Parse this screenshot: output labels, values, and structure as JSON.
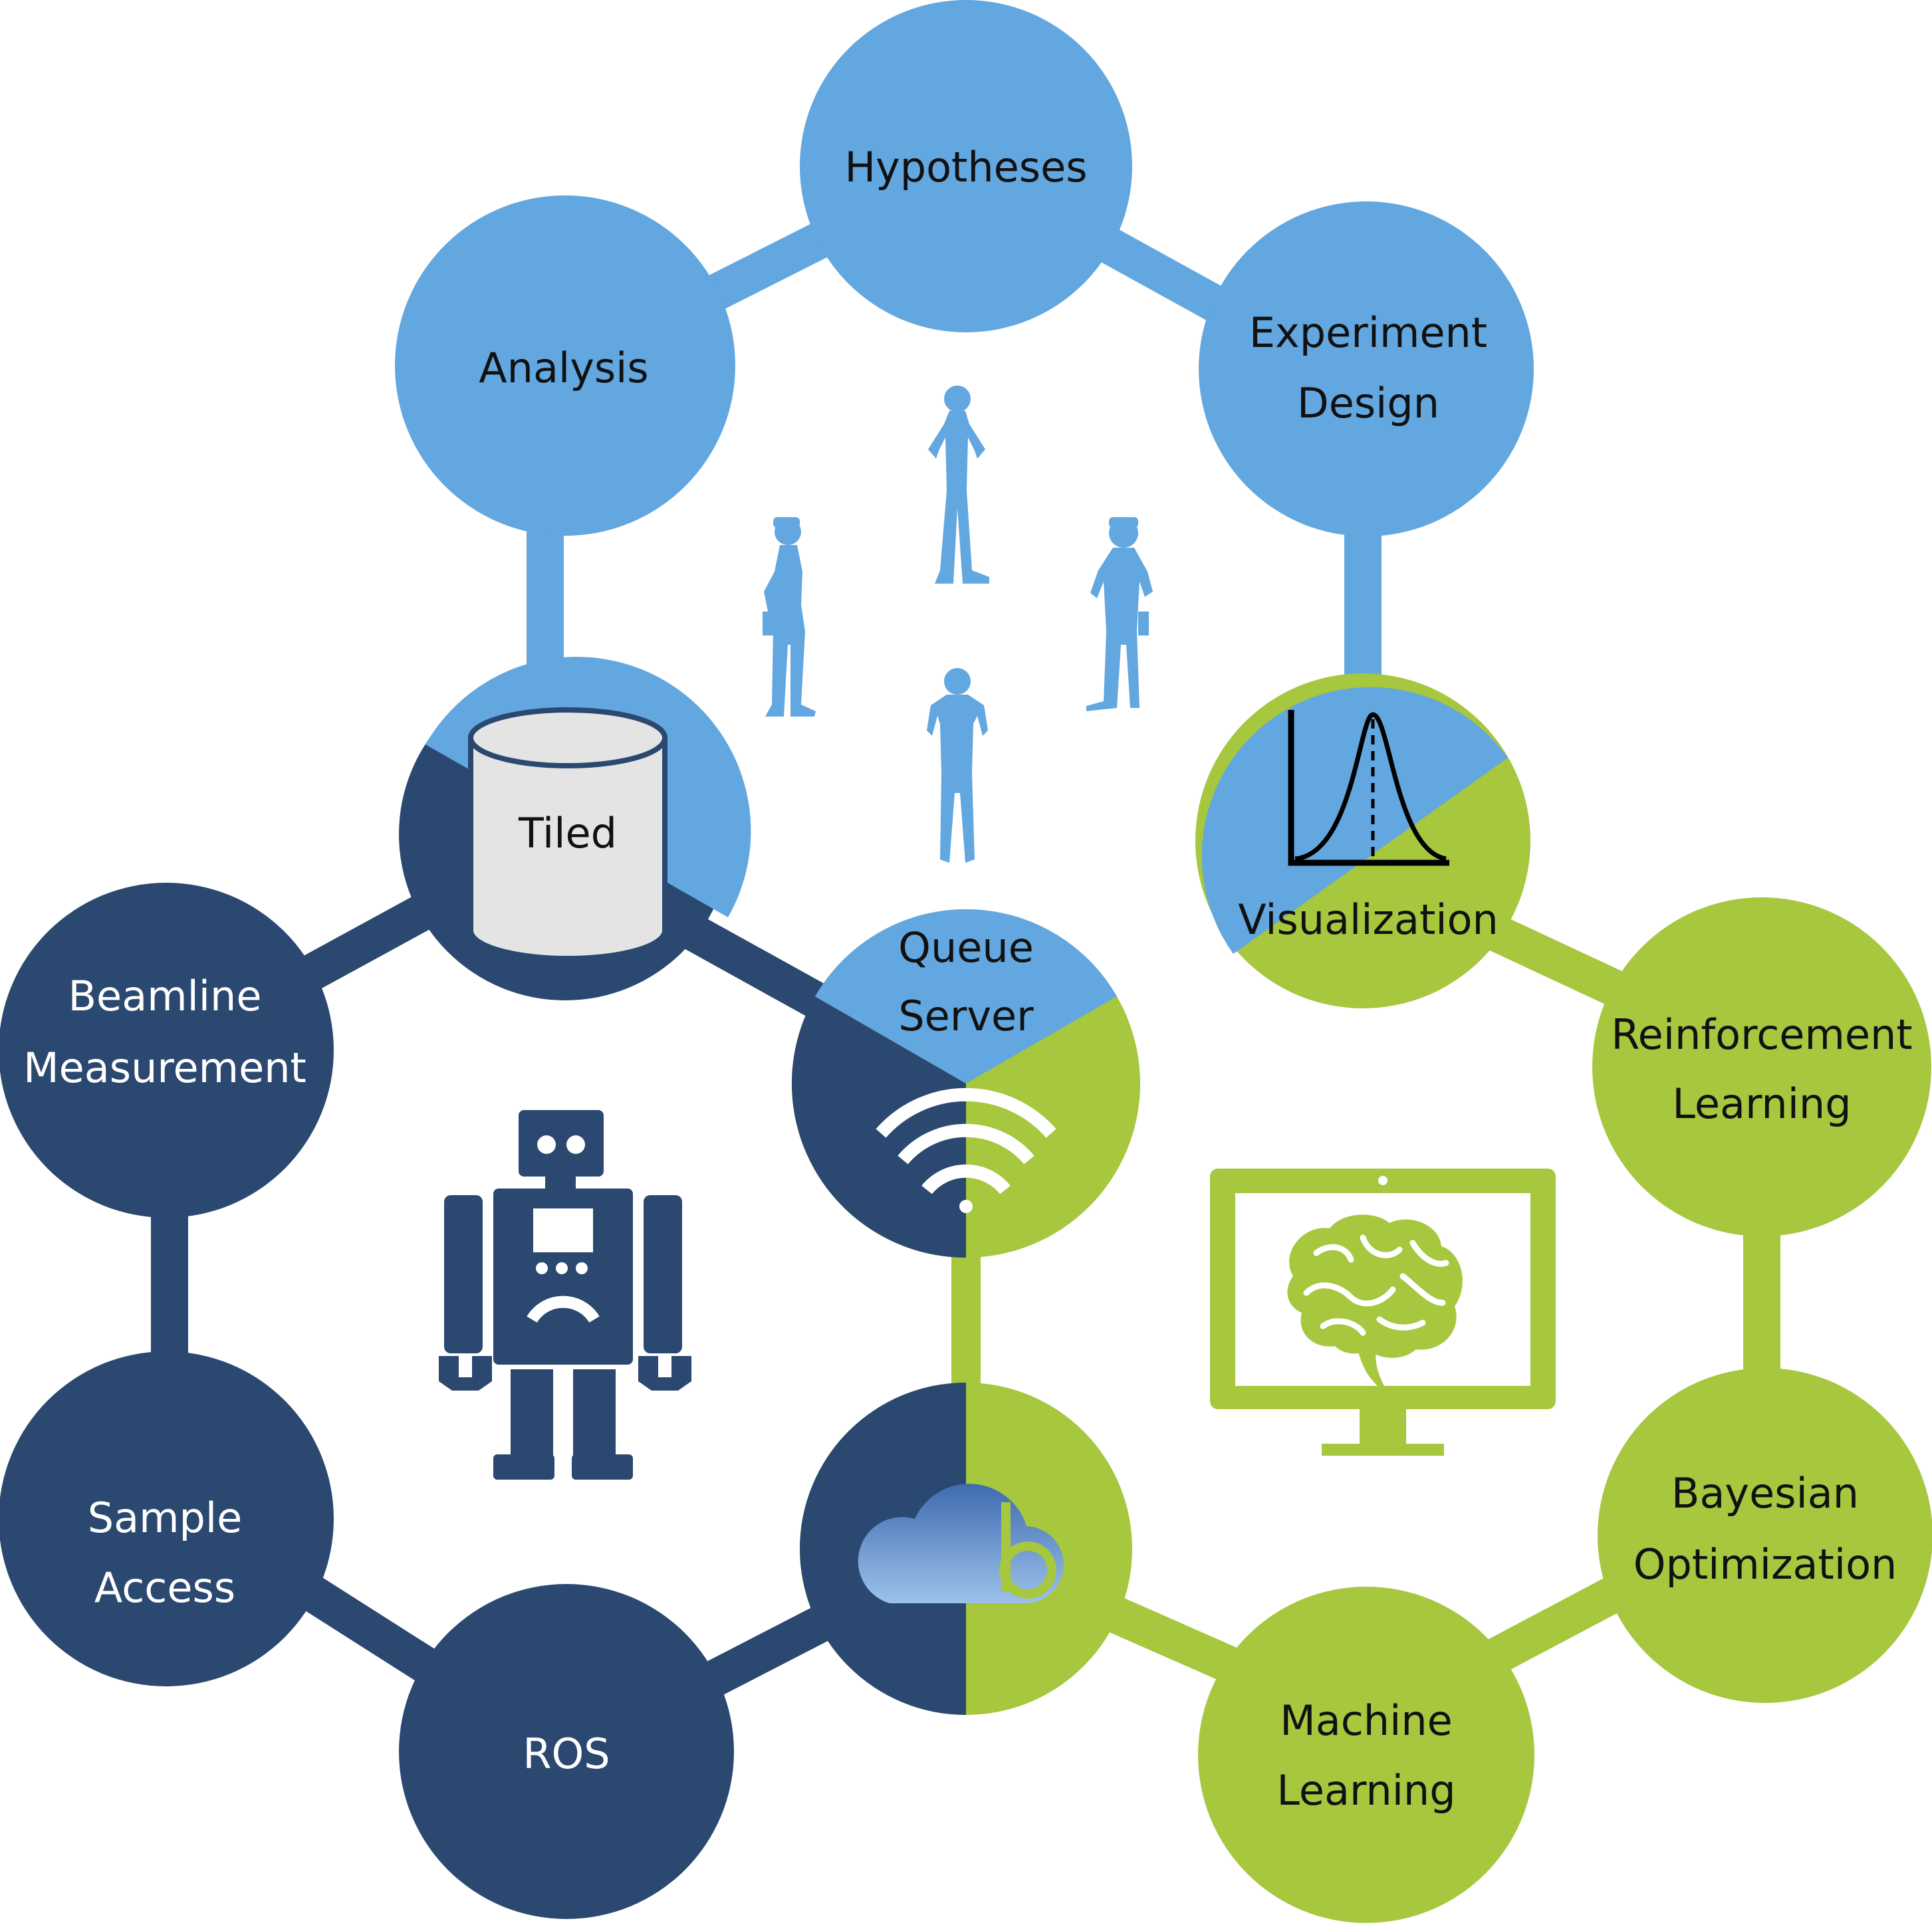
{
  "colors": {
    "light_blue": "#62a7e0",
    "dark_navy": "#2b4870",
    "lime_green": "#a6c73e",
    "background": "#ffffff",
    "cylinder_fill": "#e4e4e4",
    "dark_text": "#111111",
    "light_text": "#ffffff"
  },
  "nodes": {
    "hypotheses": {
      "lines": [
        "Hypotheses"
      ]
    },
    "experiment_design": {
      "lines": [
        "Experiment",
        "Design"
      ]
    },
    "analysis": {
      "lines": [
        "Analysis"
      ]
    },
    "tiled": {
      "lines": [
        "Tiled"
      ]
    },
    "visualization": {
      "lines": [
        "Visualization"
      ]
    },
    "queue_server": {
      "lines": [
        "Queue",
        "Server"
      ]
    },
    "beamline_measurement": {
      "lines": [
        "Beamline",
        "Measurement"
      ]
    },
    "reinforcement_learning": {
      "lines": [
        "Reinforcement",
        "Learning"
      ]
    },
    "sample_access": {
      "lines": [
        "Sample",
        "Access"
      ]
    },
    "bayesian_optimization": {
      "lines": [
        "Bayesian",
        "Optimization"
      ]
    },
    "ros": {
      "lines": [
        "ROS"
      ]
    },
    "machine_learning": {
      "lines": [
        "Machine",
        "Learning"
      ]
    }
  },
  "icons": [
    "people-group-icon",
    "database-cylinder-icon",
    "distribution-curve-icon",
    "wifi-icon",
    "robot-icon",
    "bluesky-cloud-logo",
    "monitor-brain-icon"
  ]
}
